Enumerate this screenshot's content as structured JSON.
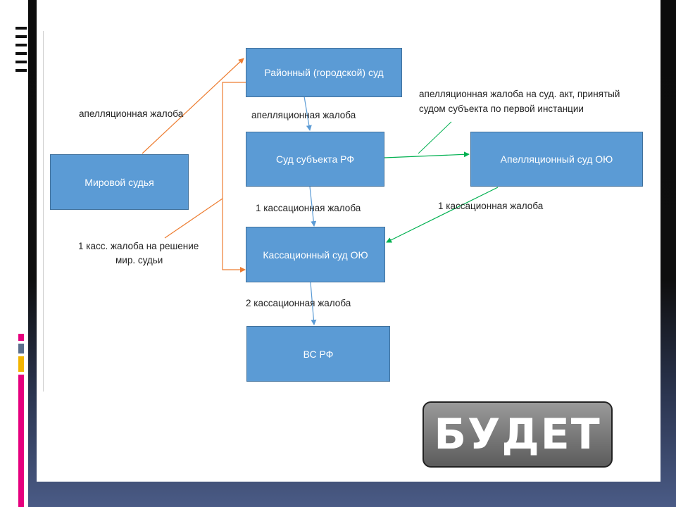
{
  "nodes": {
    "district_court": "Районный (городской) суд",
    "subject_court": "Суд субъекта РФ",
    "appeal_court": "Апелляционный суд ОЮ",
    "magistrate": "Мировой судья",
    "cassation_court": "Кассационный суд ОЮ",
    "supreme_court": "ВС РФ"
  },
  "edge_labels": {
    "magistrate_to_district": "апелляционная жалоба",
    "district_to_subject": "апелляционная жалоба",
    "subject_to_appeal_line1": "апелляционная жалоба на суд. акт, принятый",
    "subject_to_appeal_line2": "судом субъекта по первой инстанции",
    "subject_to_cassation": "1 кассационная жалоба",
    "appeal_to_cassation": "1 кассационная жалоба",
    "magistrate_to_cassation_line1": "1 касс. жалоба на решение",
    "magistrate_to_cassation_line2": "мир. судьи",
    "cassation_to_supreme": "2 кассационная жалоба"
  },
  "stamp": "БУДЕТ",
  "colors": {
    "box_fill": "#5b9bd5",
    "orange_arrow": "#ed7d31",
    "blue_arrow": "#5b9bd5",
    "green_arrow": "#00b050"
  }
}
